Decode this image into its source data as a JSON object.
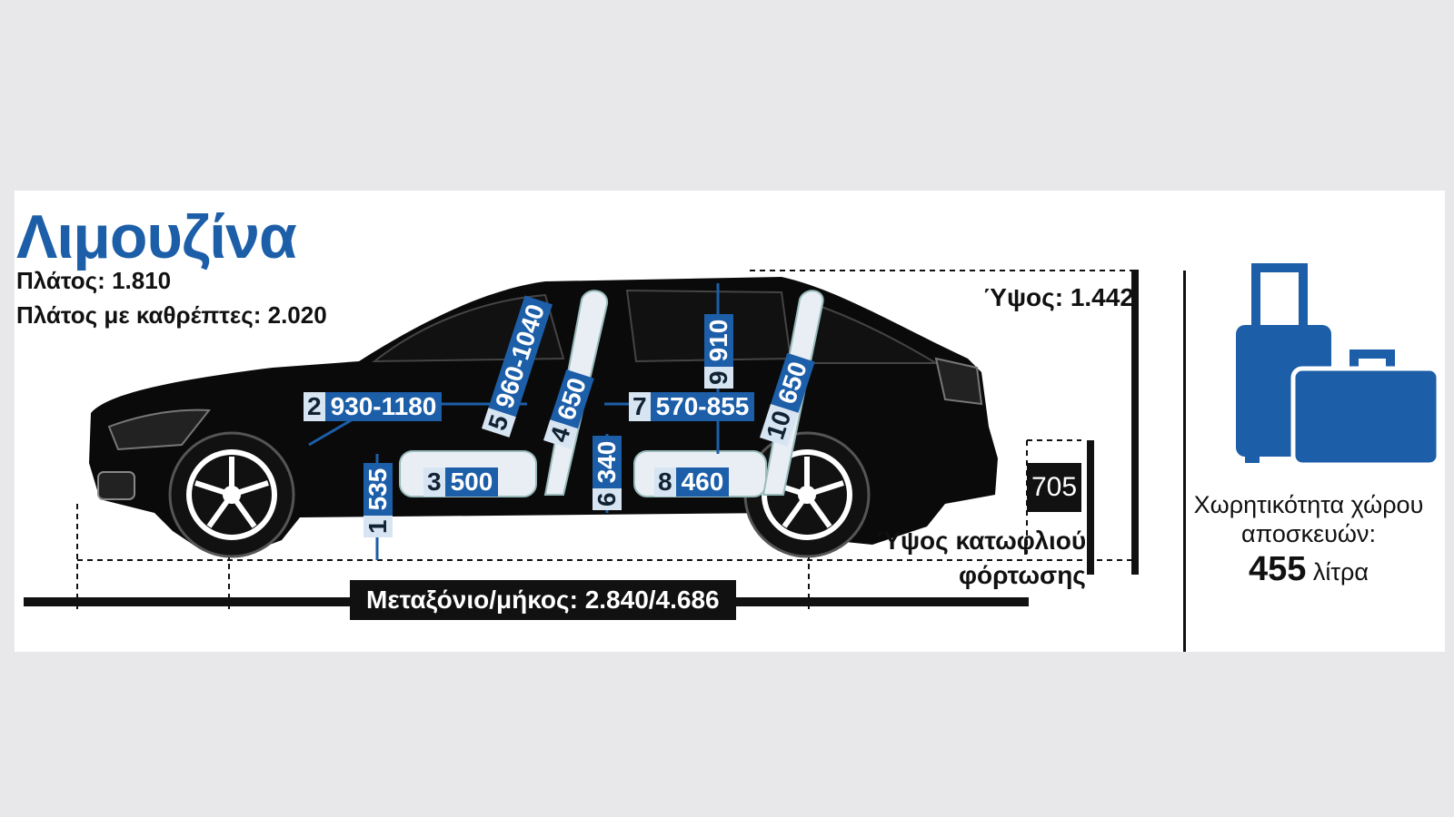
{
  "title": "Λιμουζίνα",
  "specs": {
    "width": "Πλάτος: 1.810",
    "width_mirrors": "Πλάτος με καθρέπτες: 2.020"
  },
  "height_label": "Ύψος: 1.442",
  "sill_height": {
    "label_line1": "Ύψος κατωφλιού",
    "label_line2": "φόρτωσης",
    "value": "705"
  },
  "wheelbase_length": "Μεταξόνιο/μήκος: 2.840/4.686",
  "dimensions": [
    {
      "num": "1",
      "value": "535"
    },
    {
      "num": "2",
      "value": "930-1180"
    },
    {
      "num": "3",
      "value": "500"
    },
    {
      "num": "4",
      "value": "650"
    },
    {
      "num": "5",
      "value": "960-1040"
    },
    {
      "num": "6",
      "value": "340"
    },
    {
      "num": "7",
      "value": "570-855"
    },
    {
      "num": "8",
      "value": "460"
    },
    {
      "num": "9",
      "value": "910"
    },
    {
      "num": "10",
      "value": "650"
    }
  ],
  "luggage": {
    "line1": "Χωρητικότητα χώρου",
    "line2": "αποσκευών:",
    "value": "455",
    "unit": "λίτρα"
  },
  "colors": {
    "accent": "#1c5ea8",
    "car": "#0a0a0a"
  }
}
